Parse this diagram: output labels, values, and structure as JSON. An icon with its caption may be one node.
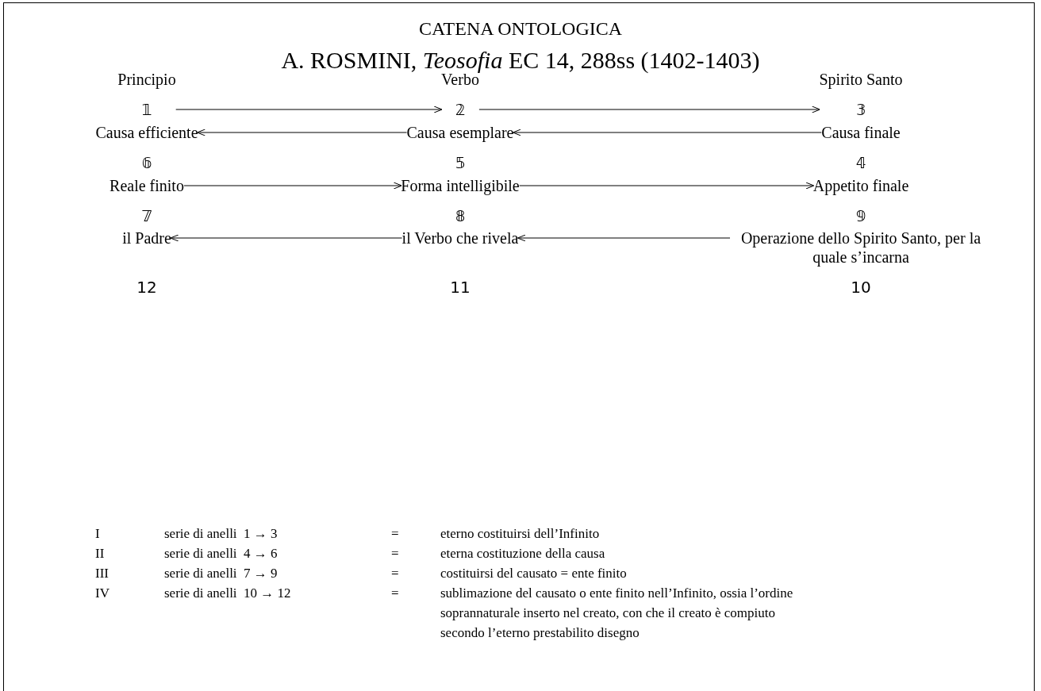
{
  "diagram": {
    "title": "CATENA ONTOLOGICA",
    "nodes": [
      {
        "text": [
          "Principio",
          "𝟙"
        ]
      },
      {
        "text": [
          "Verbo",
          "𝟚"
        ]
      },
      {
        "text": [
          "Spirito Santo",
          "𝟛"
        ]
      },
      {
        "text": [
          "Causa efficiente",
          "𝟞"
        ]
      },
      {
        "text": [
          "Causa esemplare",
          "𝟝"
        ]
      },
      {
        "text": [
          "Causa finale",
          "𝟜"
        ]
      },
      {
        "text": [
          "Reale finito",
          "𝟟"
        ]
      },
      {
        "text": [
          "Forma intelligibile",
          "𝟠"
        ]
      },
      {
        "text": [
          "Appetito finale",
          "𝟡"
        ]
      },
      {
        "text": [
          "il Padre",
          "12"
        ]
      },
      {
        "text": [
          "il Verbo che rivela",
          "11"
        ]
      },
      {
        "text": [
          "Operazione dello Spirito Santo, per la quale s’incarna",
          "10"
        ]
      }
    ],
    "edges": [
      {
        "from": 0,
        "to": 1,
        "arrow": "to"
      },
      {
        "from": 1,
        "to": 2,
        "arrow": "to"
      },
      {
        "from": 5,
        "to": 4,
        "arrow": "to"
      },
      {
        "from": 4,
        "to": 3,
        "arrow": "to"
      },
      {
        "from": 6,
        "to": 7,
        "arrow": "to"
      },
      {
        "from": 7,
        "to": 8,
        "arrow": "to"
      },
      {
        "from": 11,
        "to": 10,
        "arrow": "to"
      },
      {
        "from": 10,
        "to": 9,
        "arrow": "to"
      }
    ],
    "labels": [
      "A. ROSMINI, *Teosofia* EC 14, 288ss (1402-1403)",
      "I",
      "serie di anelli",
      "1 → 3",
      "=",
      "eterno costituirsi dell’Infinito",
      "II",
      "serie di anelli",
      "4 → 6",
      "=",
      "eterna costituzione della causa",
      "III",
      "serie di anelli",
      "7 → 9",
      "=",
      "costituirsi del causato = ente finito",
      "IV",
      "serie di anelli",
      "10 → 12",
      "=",
      "sublimazione del causato o ente finito nell’Infinito, ossia l’ordine soprannaturale inserto nel creato, con che il creato è compiuto secondo l’eterno prestabilito disegno"
    ]
  }
}
